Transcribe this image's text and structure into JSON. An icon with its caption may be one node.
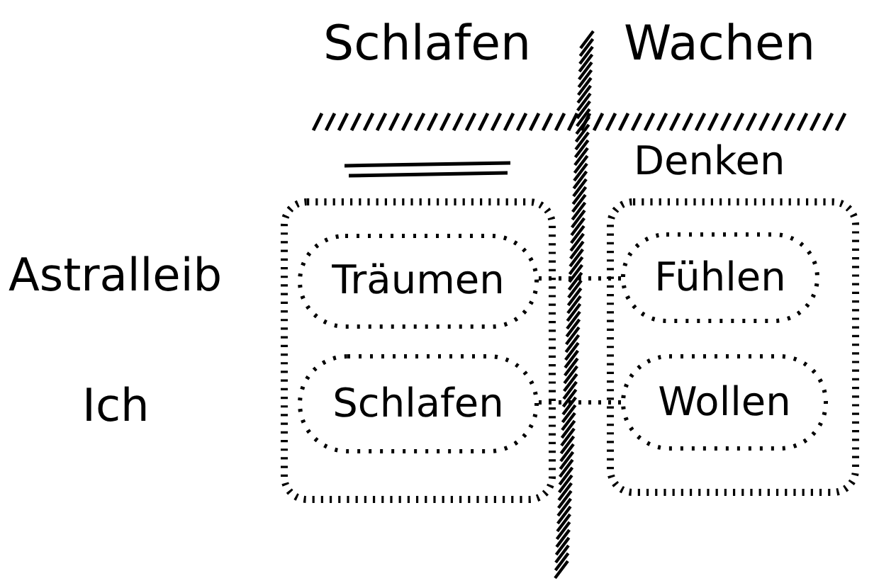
{
  "diagram": {
    "nodes": [
      {
        "text": [],
        "shape": "box"
      },
      {
        "text": [],
        "shape": "box"
      },
      {
        "text": [
          "Träumen"
        ],
        "in": 0
      },
      {
        "text": [
          "Fühlen"
        ],
        "in": 1
      },
      {
        "text": [
          "Schlafen"
        ],
        "in": 0
      },
      {
        "text": [
          "Wollen"
        ],
        "in": 1
      }
    ],
    "edges": [
      {
        "from": 2,
        "to": 3,
        "arrow": "none",
        "style": "dashed"
      },
      {
        "from": 4,
        "to": 5,
        "arrow": "none",
        "style": "dashed"
      }
    ],
    "labels": [
      "Schlafen",
      "Wachen",
      "Denken",
      "Astralleib",
      "Ich"
    ]
  }
}
